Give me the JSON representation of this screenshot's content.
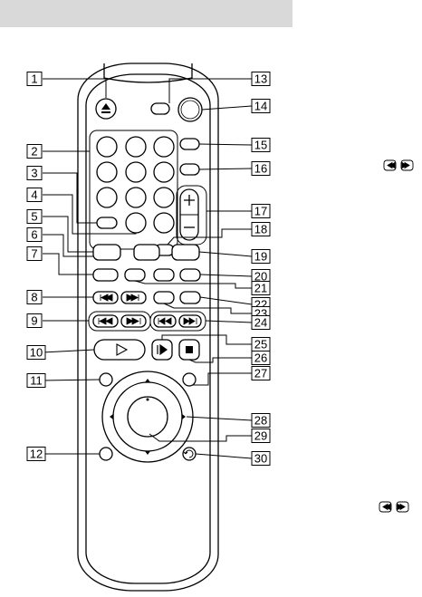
{
  "callouts": [
    "1",
    "2",
    "3",
    "4",
    "5",
    "6",
    "7",
    "8",
    "9",
    "10",
    "11",
    "12",
    "13",
    "14",
    "15",
    "16",
    "17",
    "18",
    "19",
    "20",
    "21",
    "22",
    "23",
    "24",
    "25",
    "26",
    "27",
    "28",
    "29",
    "30"
  ],
  "icons": {
    "eject": "eject-icon",
    "prev": "skip-previous-icon",
    "next": "skip-next-icon",
    "slow_rev": "slow-reverse-icon",
    "slow_fwd": "slow-forward-icon",
    "step_rev": "step-reverse-icon",
    "step_fwd": "step-forward-icon",
    "play": "play-icon",
    "pause": "pause-icon",
    "stop": "stop-icon",
    "enter": "enter-icon",
    "return": "return-icon",
    "scan_rev": "scan-reverse-icon",
    "scan_fwd": "scan-forward-icon"
  },
  "colors": {
    "line": "#000000",
    "header_bar": "#d9d9d9",
    "body_fill": "#ffffff"
  }
}
